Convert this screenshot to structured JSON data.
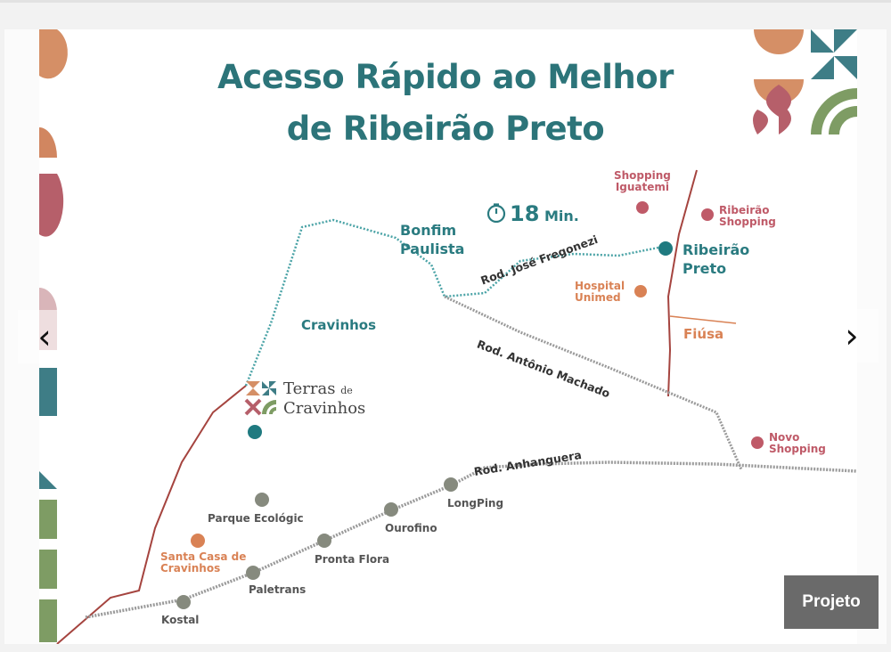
{
  "title": {
    "line1": "Acesso Rápido ao Melhor",
    "line2": "de Ribeirão Preto"
  },
  "travel_time": {
    "icon": "clock-icon",
    "value": "18",
    "unit": "Min."
  },
  "places": {
    "bonfim_line1": "Bonfim",
    "bonfim_line2": "Paulista",
    "ribeirao_line1": "Ribeirão",
    "ribeirao_line2": "Preto",
    "cravinhos": "Cravinhos",
    "fiusa": "Fiúsa"
  },
  "pois": {
    "shopping_iguatemi_line1": "Shopping",
    "shopping_iguatemi_line2": "Iguatemi",
    "ribeirao_shopping_line1": "Ribeirão",
    "ribeirao_shopping_line2": "Shopping",
    "hospital_unimed_line1": "Hospital",
    "hospital_unimed_line2": "Unimed",
    "novo_shopping_line1": "Novo",
    "novo_shopping_line2": "Shopping",
    "santa_casa_line1": "Santa Casa de",
    "santa_casa_line2": "Cravinhos"
  },
  "stops": {
    "parque": "Parque Ecológic",
    "longping": "LongPing",
    "ourofino": "Ourofino",
    "pronta_flora": "Pronta Flora",
    "paletrans": "Paletrans",
    "kostal": "Kostal"
  },
  "roads": {
    "jose_fregonezi": "Rod. José Fregonezi",
    "antonio_machado": "Rod. Antônio Machado",
    "anhanguera": "Rod. Anhanguera"
  },
  "logo": {
    "line1": "Terras",
    "line1_small": "de",
    "line2": "Cravinhos"
  },
  "projeto_button": "Projeto",
  "navigation": {
    "prev_icon": "chevron-left-icon",
    "next_icon": "chevron-right-icon",
    "prev_glyph": "‹",
    "next_glyph": "›"
  },
  "colors": {
    "teal": "#2a7b80",
    "pink": "#bf5a68",
    "orange": "#d98255",
    "road_gray": "#888888",
    "road_red": "#a5443f"
  }
}
